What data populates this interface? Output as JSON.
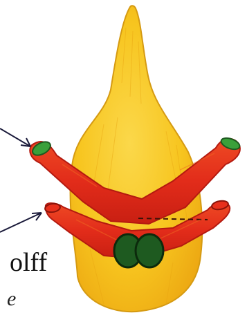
{
  "labels": {
    "partial_label": "olff",
    "partial_handwriting": "e"
  },
  "colors": {
    "background": "#ffffff",
    "body_yellow": "#f7c51f",
    "body_yellow_dark": "#f0a812",
    "body_outline": "#c98a10",
    "duct_red": "#e8301c",
    "duct_red_dark": "#c41f12",
    "duct_orange": "#f06a22",
    "duct_opening": "#3aa03a",
    "nodule_green": "#1e5a20",
    "nodule_outline": "#0c2a0c",
    "arrow": "#1a1a3a",
    "ink": "#111111"
  },
  "icons": [
    "pointer-arrow-upper",
    "pointer-arrow-lower"
  ]
}
